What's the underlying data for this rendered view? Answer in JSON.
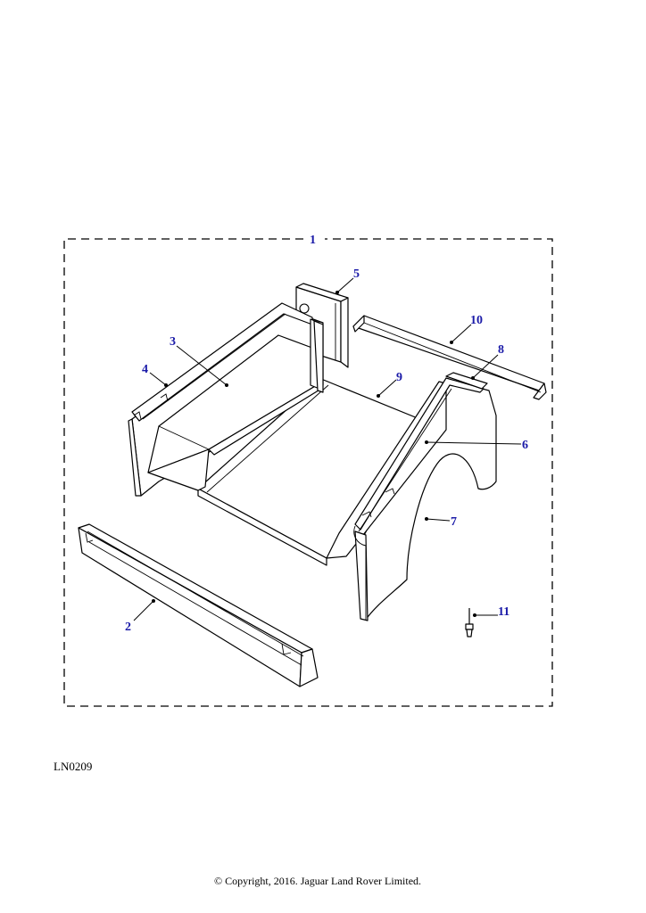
{
  "diagram": {
    "id_label": "LN0209",
    "copyright": "© Copyright, 2016. Jaguar Land Rover Limited.",
    "callouts": [
      "1",
      "2",
      "3",
      "4",
      "5",
      "6",
      "7",
      "8",
      "9",
      "10",
      "11"
    ]
  }
}
